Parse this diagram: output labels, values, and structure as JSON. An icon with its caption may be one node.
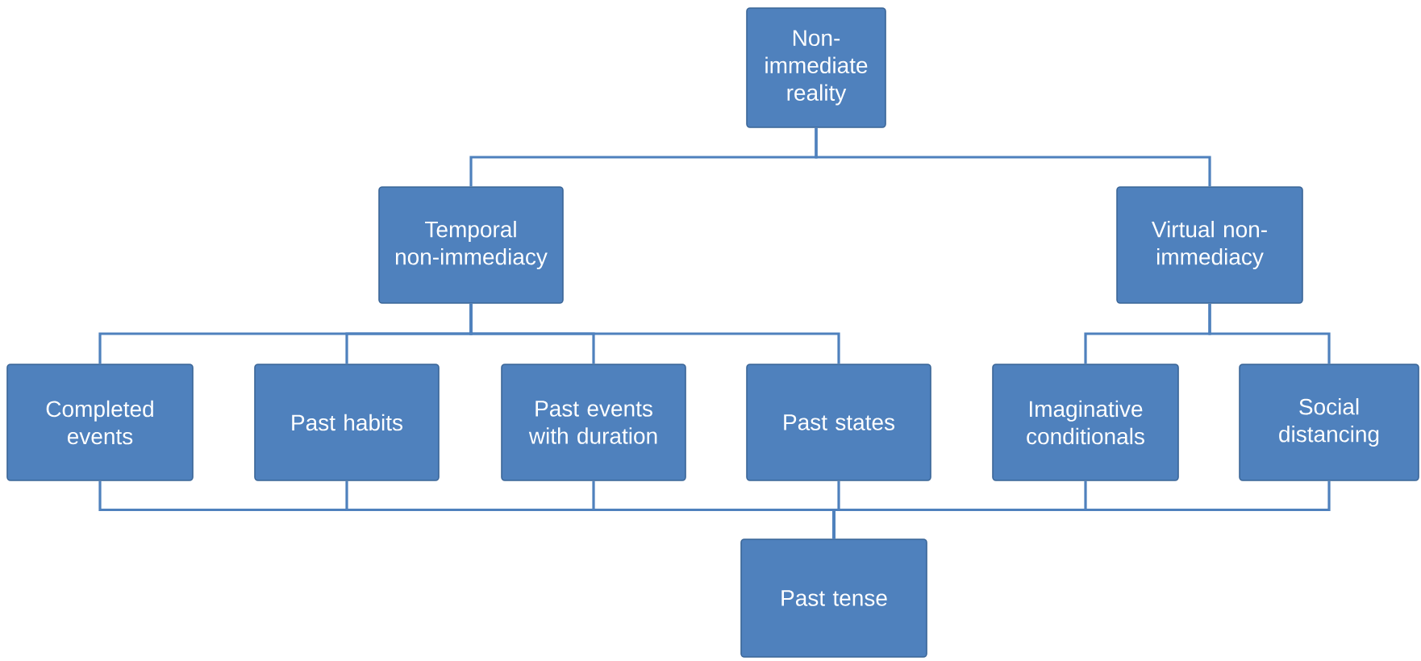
{
  "diagram": {
    "nodes": [
      {
        "text": [
          "Non-immediate reality"
        ]
      },
      {
        "text": [
          "Temporal non-immediacy"
        ]
      },
      {
        "text": [
          "Virtual non-immediacy"
        ]
      },
      {
        "text": [
          "Completed events"
        ]
      },
      {
        "text": [
          "Past habits"
        ]
      },
      {
        "text": [
          "Past events with duration"
        ]
      },
      {
        "text": [
          "Past states"
        ]
      },
      {
        "text": [
          "Imaginative conditionals"
        ]
      },
      {
        "text": [
          "Social distancing"
        ]
      },
      {
        "text": [
          "Past tense"
        ]
      }
    ],
    "edges": [
      {
        "from": 0,
        "to": 1,
        "arrow": "none"
      },
      {
        "from": 0,
        "to": 2,
        "arrow": "none"
      },
      {
        "from": 1,
        "to": 3,
        "arrow": "none"
      },
      {
        "from": 1,
        "to": 4,
        "arrow": "none"
      },
      {
        "from": 1,
        "to": 5,
        "arrow": "none"
      },
      {
        "from": 1,
        "to": 6,
        "arrow": "none"
      },
      {
        "from": 2,
        "to": 7,
        "arrow": "none"
      },
      {
        "from": 2,
        "to": 8,
        "arrow": "none"
      },
      {
        "from": 3,
        "to": 9,
        "arrow": "none"
      },
      {
        "from": 4,
        "to": 9,
        "arrow": "none"
      },
      {
        "from": 5,
        "to": 9,
        "arrow": "none"
      },
      {
        "from": 6,
        "to": 9,
        "arrow": "none"
      },
      {
        "from": 7,
        "to": 9,
        "arrow": "none"
      },
      {
        "from": 8,
        "to": 9,
        "arrow": "none"
      }
    ]
  }
}
